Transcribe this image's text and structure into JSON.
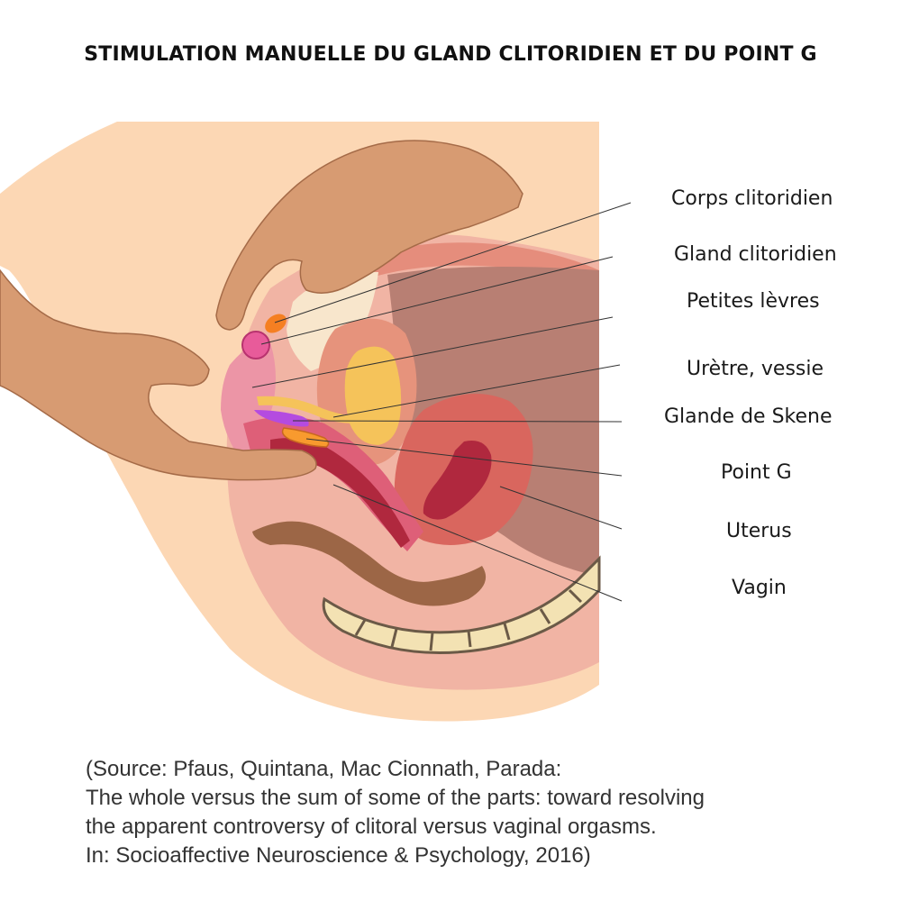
{
  "title": "STIMULATION MANUELLE DU GLAND CLITORIDIEN ET DU POINT G",
  "labels": [
    "Corps clitoridien",
    "Gland clitoridien",
    "Petites lèvres",
    "Urètre, vessie",
    "Glande de Skene",
    "Point G",
    "Uterus",
    "Vagin"
  ],
  "source": [
    "(Source: Pfaus, Quintana, Mac Cionnath, Parada:",
    "The whole versus the sum of some of the parts: toward resolving",
    "the apparent controversy of clitoral versus vaginal orgasms.",
    "In: Socioaffective Neuroscience & Psychology, 2016)"
  ],
  "colors": {
    "skin_light": "#fcd7b4",
    "hand": "#d79b72",
    "uterus": "#d9665e",
    "bladder": "#f5c35a",
    "clitoris_body": "#f57f22",
    "clitoris_glans": "#e85b9a",
    "skene_gland": "#b44be0",
    "vagina": "#b0283e",
    "rectum": "#9c6646",
    "spine": "#f3e2b3"
  }
}
